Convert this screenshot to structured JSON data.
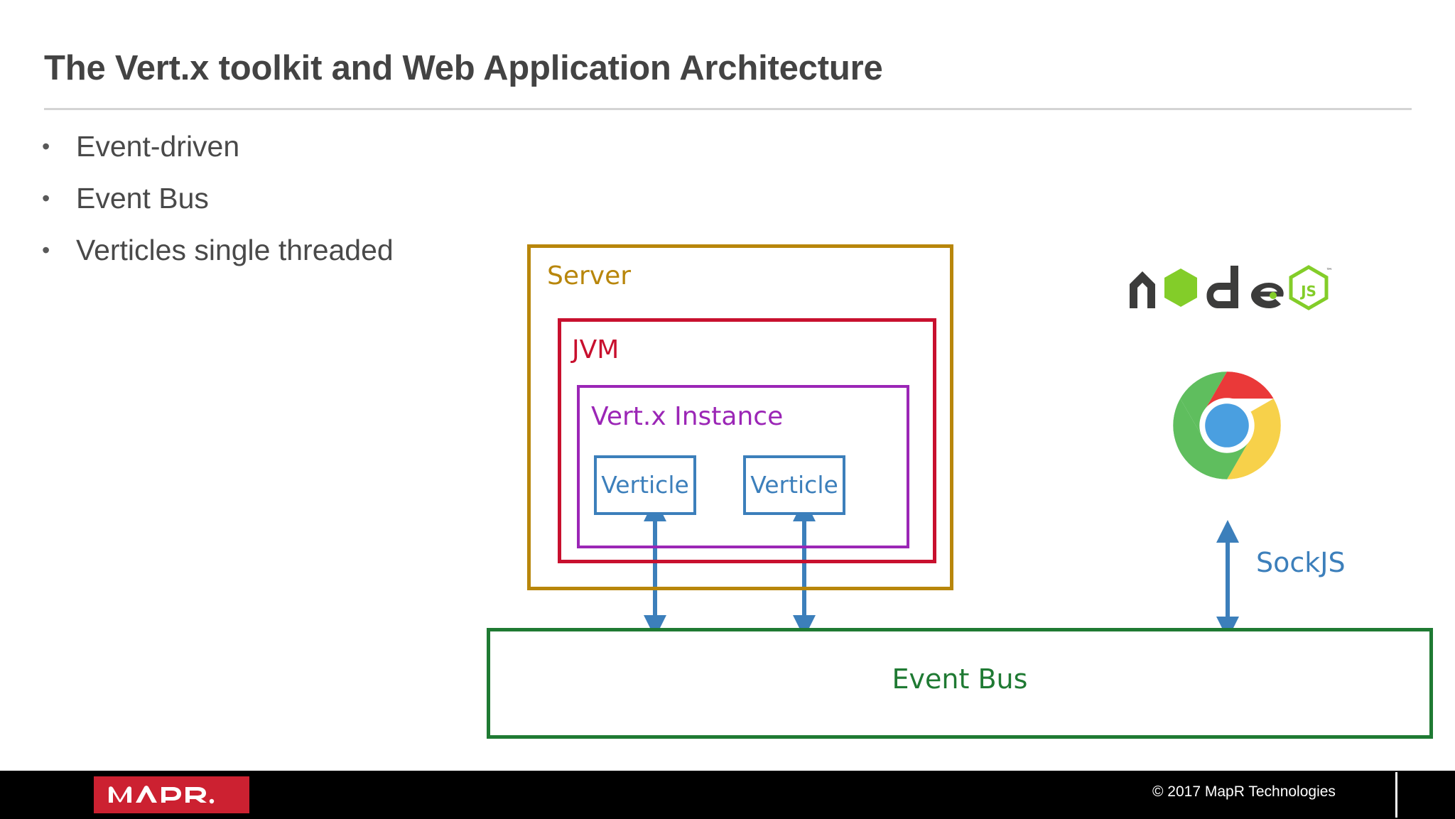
{
  "slide": {
    "title": "The Vert.x toolkit and Web Application Architecture",
    "bullets": [
      {
        "marker": "•",
        "text": "Event-driven"
      },
      {
        "marker": "•",
        "text": "Event Bus"
      },
      {
        "marker": "•",
        "text": "Verticles single threaded"
      }
    ]
  },
  "diagram": {
    "server_label": "Server",
    "jvm_label": "JVM",
    "vertx_label": "Vert.x Instance",
    "verticle_1_label": "Verticle",
    "verticle_2_label": "Verticle",
    "eventbus_label": "Event Bus",
    "sockjs_label": "SockJS",
    "node_logo_name": "node-js-logo",
    "chrome_logo_name": "google-chrome-logo"
  },
  "colors": {
    "server": "#b8860b",
    "jvm": "#c8102e",
    "vertx": "#9b26b6",
    "verticle": "#3c7fbb",
    "eventbus": "#1f7a33",
    "sockjs": "#3c7fbb",
    "title": "#434343",
    "bullet_text": "#494949",
    "node_green": "#83cd29",
    "node_dark": "#3c3c3b",
    "chrome_red": "#ea3939",
    "chrome_yellow": "#f7d14a",
    "chrome_green": "#5fbe5e",
    "chrome_blue": "#4a9fe0",
    "mapr_red": "#cc2131",
    "footer_bg": "#000000"
  },
  "footer": {
    "brand": "MAPR.",
    "copyright": "© 2017 MapR Technologies"
  }
}
